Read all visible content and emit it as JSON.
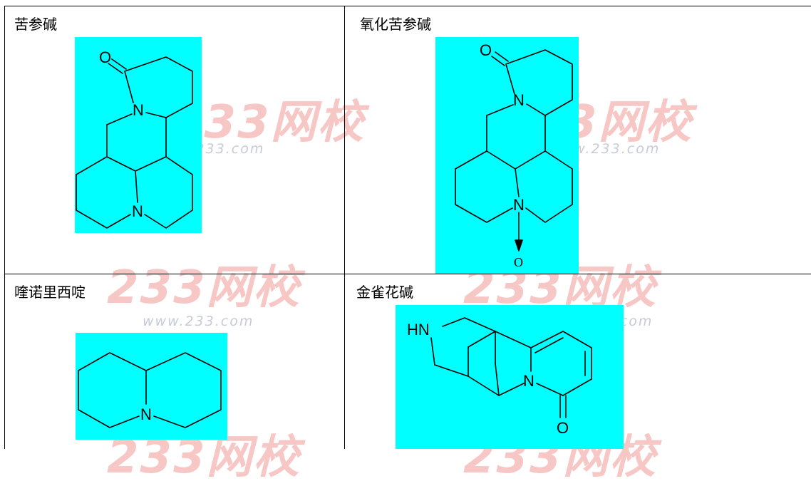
{
  "watermark": {
    "main": "233网校",
    "sub": "www.233.com",
    "color": "#e8615a"
  },
  "panel_color": "#00FFFF",
  "cells": [
    {
      "title": "苦参碱",
      "atoms": {
        "O": "O",
        "N1": "N",
        "N2": "N"
      }
    },
    {
      "title": "氧化苦参碱",
      "atoms": {
        "O": "O",
        "N1": "N",
        "N2": "N",
        "O2": "O"
      }
    },
    {
      "title": "喹诺里西啶",
      "atoms": {
        "N": "N"
      }
    },
    {
      "title": "金雀花碱",
      "atoms": {
        "HN": "HN",
        "N": "N",
        "O": "O"
      }
    }
  ]
}
